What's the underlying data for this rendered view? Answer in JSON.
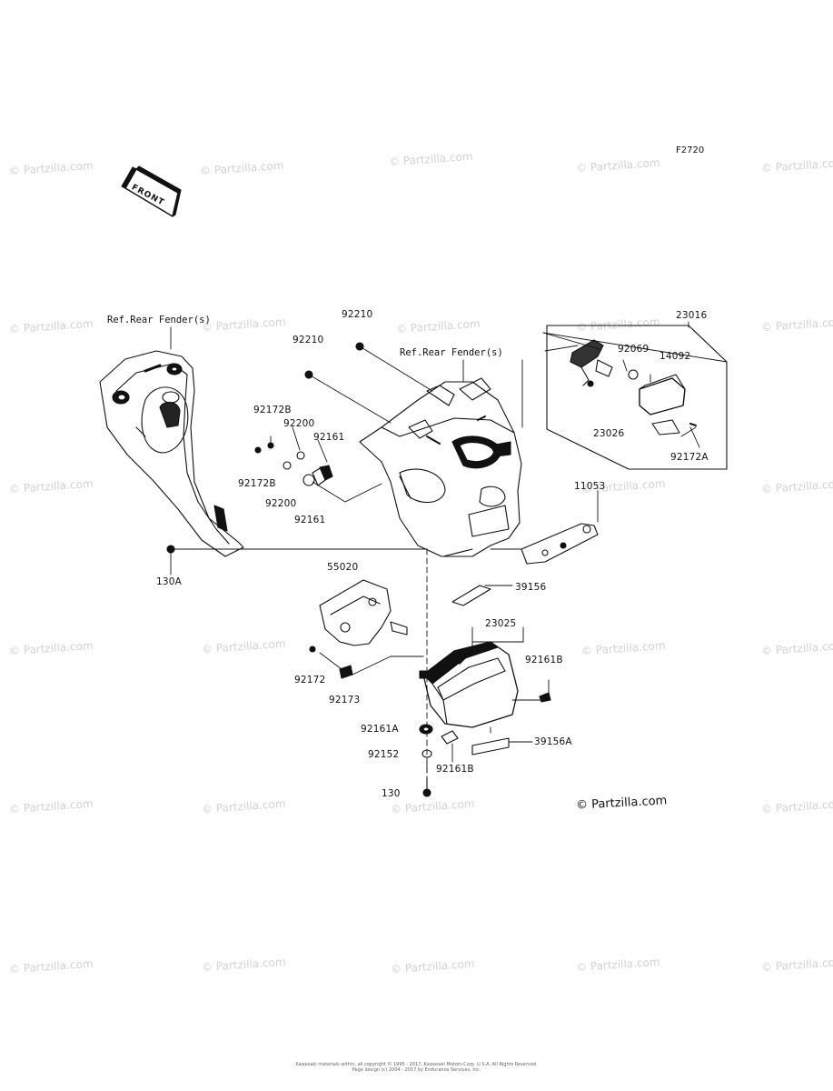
{
  "diagram_code": "F2720",
  "front_marker": "FRONT",
  "watermark": "© Partzilla.com",
  "copyright": "© Partzilla.com",
  "footer_lines": [
    "Kawasaki materials within, all copyright © 1995 - 2017, Kawasaki Motors Corp. U.S.A. All Rights Reserved.",
    "Page design (c) 2004 - 2017 by Endurance Services, Inc."
  ],
  "references": {
    "ref_left": "Ref.Rear Fender(s)",
    "ref_right": "Ref.Rear Fender(s)"
  },
  "parts": {
    "p23016": "23016",
    "p92210a": "92210",
    "p92210b": "92210",
    "p92069": "92069",
    "p14092": "14092",
    "p23026": "23026",
    "p92172A": "92172A",
    "p92172B_top": "92172B",
    "p92200_top": "92200",
    "p92161_top": "92161",
    "p92172B_bot": "92172B",
    "p92200_bot": "92200",
    "p92161_bot": "92161",
    "p11053": "11053",
    "p130A": "130A",
    "p55020": "55020",
    "p39156": "39156",
    "p23025": "23025",
    "p92172": "92172",
    "p92173": "92173",
    "p92161B_r": "92161B",
    "p92161A": "92161A",
    "p92152": "92152",
    "p92161B_b": "92161B",
    "p39156A": "39156A",
    "p130": "130"
  }
}
